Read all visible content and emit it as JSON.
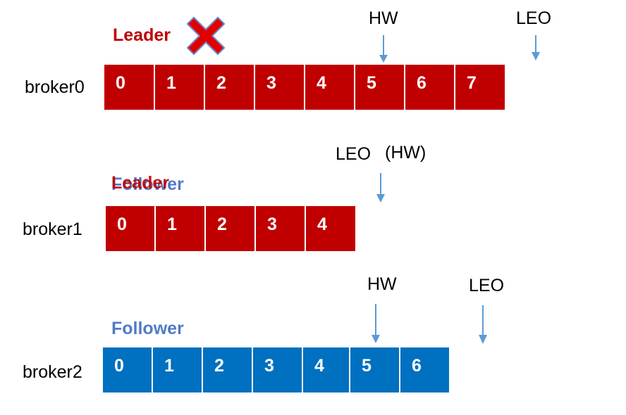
{
  "colors": {
    "leader_red": "#c00000",
    "follower_blue": "#0070c0",
    "follower_text": "#4f7cc8",
    "arrow": "#5b9bd5"
  },
  "brokers": [
    {
      "label": "broker0",
      "role": "Leader",
      "failed": true,
      "failed_icon": "red-x-icon",
      "cells": [
        "0",
        "1",
        "2",
        "3",
        "4",
        "5",
        "6",
        "7"
      ],
      "markers": [
        {
          "label": "HW",
          "points_to_offset": "5"
        },
        {
          "label": "LEO",
          "points_to_offset": "8"
        }
      ]
    },
    {
      "label": "broker1",
      "role_previous": "Follower",
      "role": "Leader",
      "cells": [
        "0",
        "1",
        "2",
        "3",
        "4"
      ],
      "markers": [
        {
          "label": "LEO",
          "points_to_offset": "5"
        },
        {
          "label": "(HW)",
          "points_to_offset": "5"
        }
      ]
    },
    {
      "label": "broker2",
      "role": "Follower",
      "cells": [
        "0",
        "1",
        "2",
        "3",
        "4",
        "5",
        "6"
      ],
      "markers": [
        {
          "label": "HW",
          "points_to_offset": "5"
        },
        {
          "label": "LEO",
          "points_to_offset": "7"
        }
      ]
    }
  ]
}
